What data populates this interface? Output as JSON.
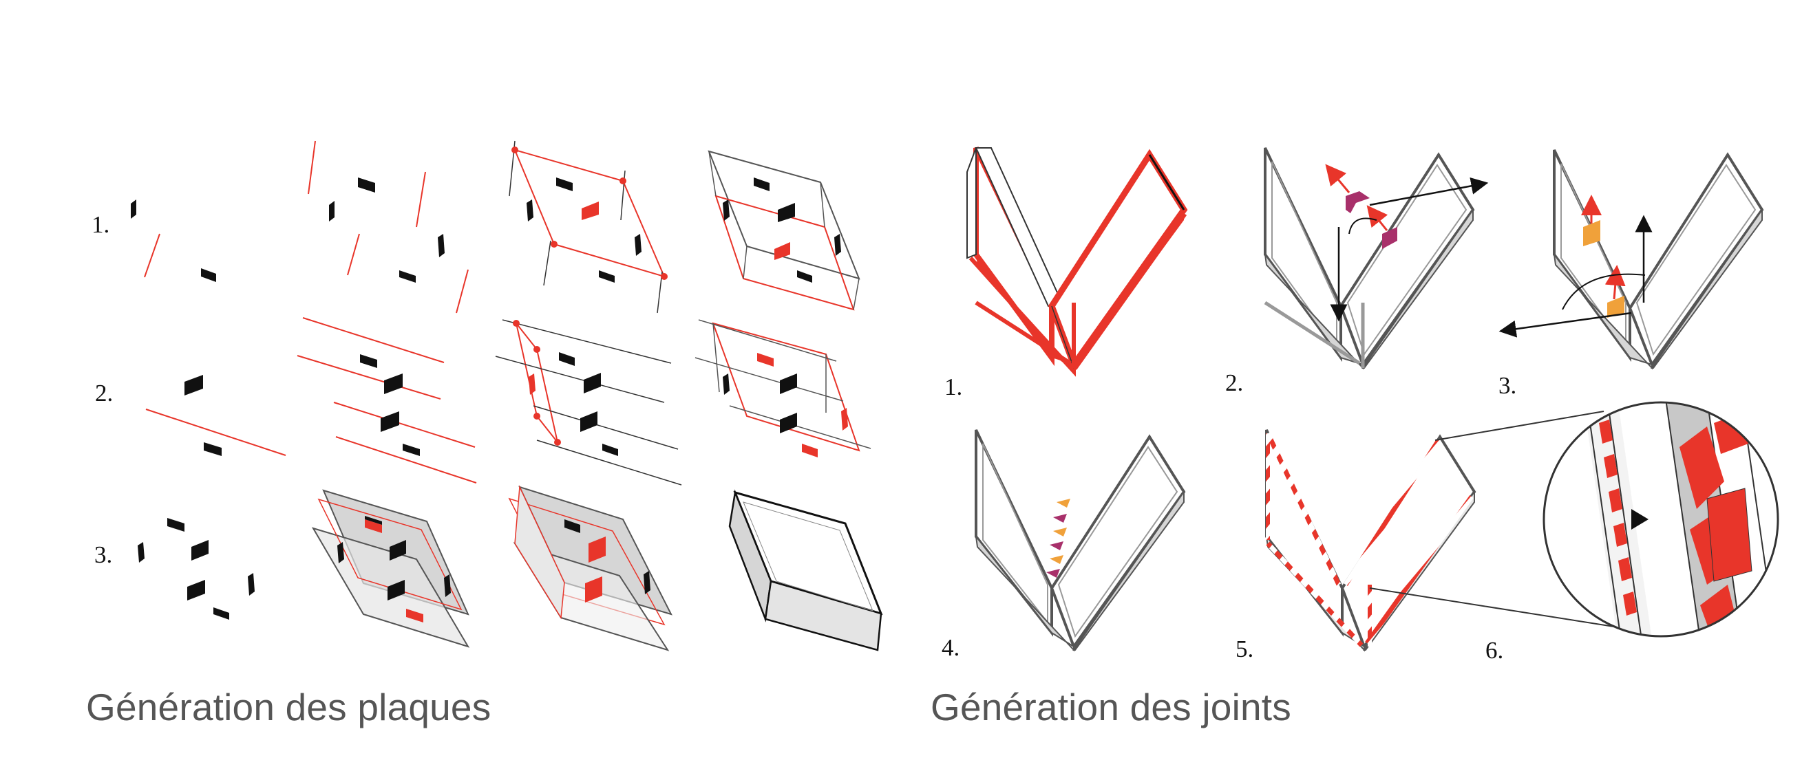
{
  "captions": {
    "plates": "Génération des plaques",
    "joints": "Génération des joints"
  },
  "plate_steps": [
    "1.",
    "2.",
    "3."
  ],
  "joint_steps": [
    "1.",
    "2.",
    "3.",
    "4.",
    "5.",
    "6."
  ],
  "colors": {
    "red": "#e8352a",
    "black": "#111111",
    "magenta": "#a8306a",
    "orange": "#f0a13a",
    "grey": "#d6d6d6",
    "caption": "#555555"
  }
}
